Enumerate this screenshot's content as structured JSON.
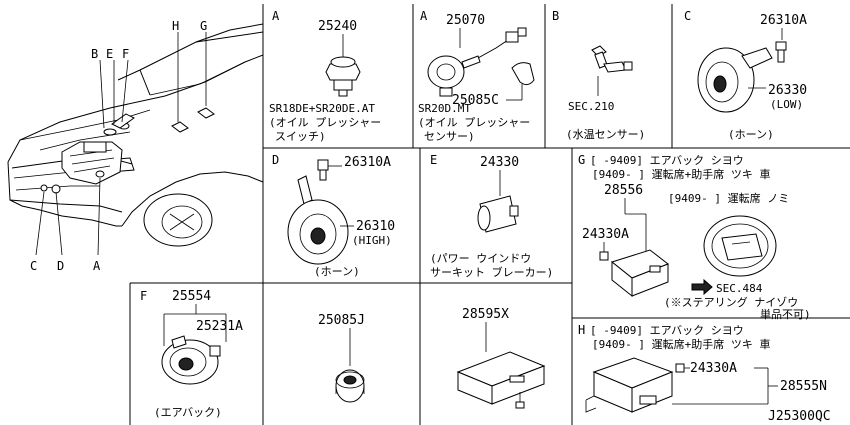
{
  "car": {
    "letters": [
      "B",
      "E",
      "F",
      "H",
      "G",
      "C",
      "D",
      "A"
    ]
  },
  "panels": {
    "A1": {
      "letter": "A",
      "part_number": "25240",
      "caption_1": "SR18DE+SR20DE.AT",
      "caption_2": "(オイル プレッシャー",
      "caption_3": "スイッチ)"
    },
    "A2": {
      "letter": "A",
      "part_number_1": "25070",
      "part_number_2": "25085C",
      "caption_1": "SR20D.MT",
      "caption_2": "(オイル プレッシャー",
      "caption_3": "センサー)"
    },
    "B": {
      "letter": "B",
      "ref": "SEC.210",
      "caption": "(水温センサー)"
    },
    "C": {
      "letter": "C",
      "part_number_1": "26310A",
      "part_number_2": "26330",
      "note": "(LOW)",
      "caption": "(ホーン)"
    },
    "D": {
      "letter": "D",
      "part_number_1": "26310A",
      "part_number_2": "26310",
      "note": "(HIGH)",
      "caption": "(ホーン)"
    },
    "E": {
      "letter": "E",
      "part_number": "24330",
      "caption_1": "(パワー ウインドウ",
      "caption_2": "サーキット ブレーカー)"
    },
    "G": {
      "letter": "G",
      "header_1": "[    -9409] エアバック シヨウ",
      "header_2": "[9409-    ] 運転席+助手席 ツキ 車",
      "header_3": "[9409-    ] 運転席 ノミ",
      "part_number_1": "28556",
      "part_number_2": "24330A",
      "ref": "SEC.484",
      "note_1": "(※ステアリング ナイゾウ",
      "note_2": "単品不可)"
    },
    "F": {
      "letter": "F",
      "part_number_1": "25554",
      "part_number_2": "25231A",
      "caption": "(エアバック)"
    },
    "J": {
      "part_number": "25085J"
    },
    "X": {
      "part_number": "28595X"
    },
    "H": {
      "letter": "H",
      "header_1": "[    -9409] エアバック シヨウ",
      "header_2": "[9409-    ] 運転席+助手席 ツキ 車",
      "part_number_1": "24330A",
      "part_number_2": "28555N"
    }
  },
  "diagram_code": "J25300QC"
}
